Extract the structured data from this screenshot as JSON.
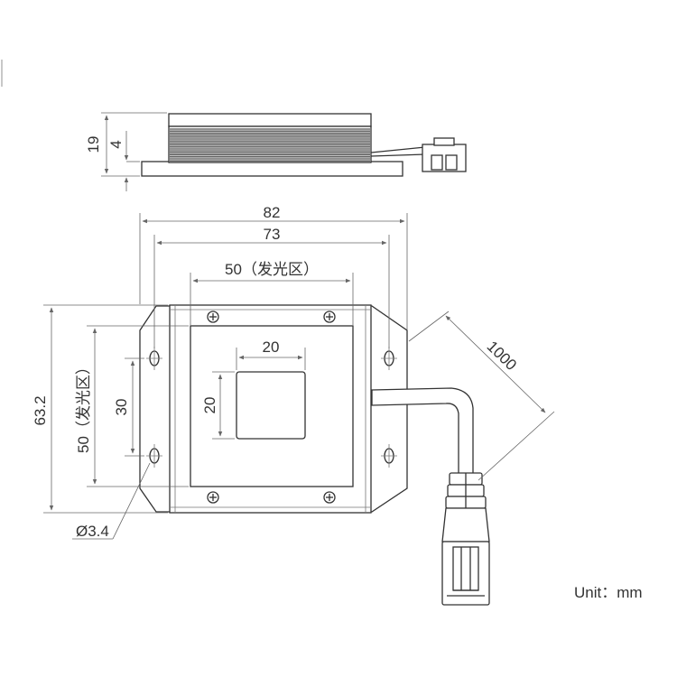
{
  "dimensions": {
    "height_total": "19",
    "height_lens": "4",
    "width_outer": "82",
    "width_holes": "73",
    "emitting_width": "50（发光区）",
    "height_outer": "63.2",
    "emitting_height": "50（发光区）",
    "holes_vertical": "30",
    "window_width": "20",
    "window_height": "20",
    "cable_length": "1000",
    "hole_diameter": "Ø3.4"
  },
  "unit_label": "Unit：mm"
}
